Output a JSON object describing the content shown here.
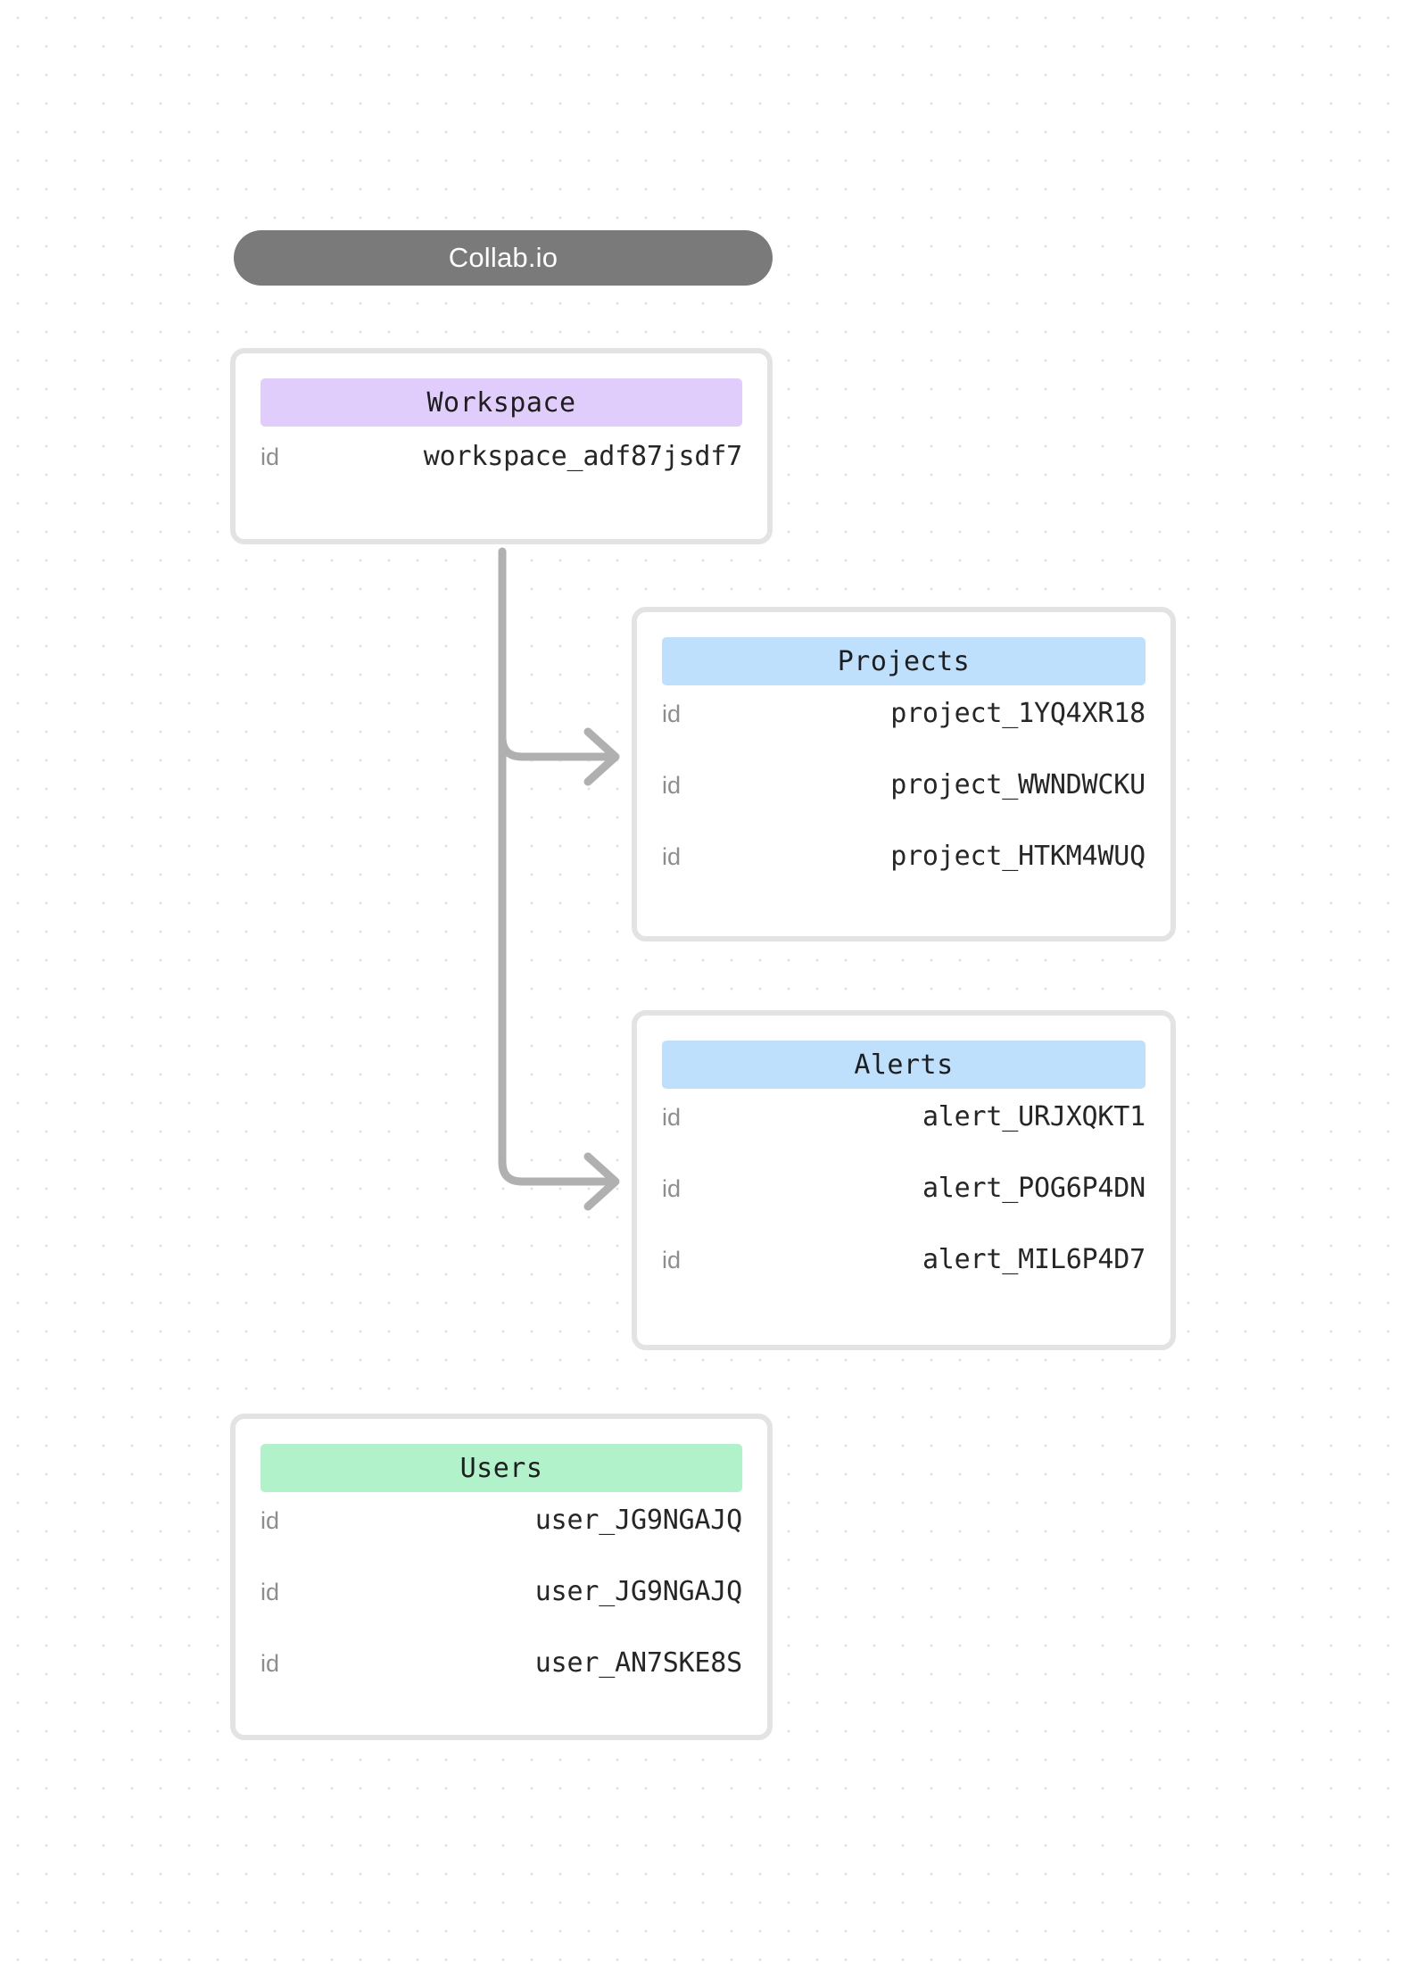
{
  "diagram": {
    "title_pill": {
      "label": "Collab.io"
    },
    "entities": [
      {
        "name": "workspace",
        "header": "Workspace",
        "header_color": "#e0cdfb",
        "rows": [
          {
            "key": "id",
            "value": "workspace_adf87jsdf7"
          }
        ]
      },
      {
        "name": "projects",
        "header": "Projects",
        "header_color": "#bfe0fd",
        "rows": [
          {
            "key": "id",
            "value": "project_1YQ4XR18"
          },
          {
            "key": "id",
            "value": "project_WWNDWCKU"
          },
          {
            "key": "id",
            "value": "project_HTKM4WUQ"
          }
        ]
      },
      {
        "name": "alerts",
        "header": "Alerts",
        "header_color": "#bfe0fd",
        "rows": [
          {
            "key": "id",
            "value": "alert_URJXQKT1"
          },
          {
            "key": "id",
            "value": "alert_POG6P4DN"
          },
          {
            "key": "id",
            "value": "alert_MIL6P4D7"
          }
        ]
      },
      {
        "name": "users",
        "header": "Users",
        "header_color": "#b2f2cb",
        "rows": [
          {
            "key": "id",
            "value": "user_JG9NGAJQ"
          },
          {
            "key": "id",
            "value": "user_JG9NGAJQ"
          },
          {
            "key": "id",
            "value": "user_AN7SKE8S"
          }
        ]
      }
    ],
    "connectors": [
      {
        "from": "workspace",
        "to": "projects"
      },
      {
        "from": "workspace",
        "to": "alerts"
      }
    ],
    "colors": {
      "pill_background": "#7a7a7a",
      "pill_text": "#ffffff",
      "card_border": "#e3e3e3",
      "card_background": "#ffffff",
      "connector": "#b0b0b0",
      "row_key_text": "#8d8d8d",
      "row_value_text": "#262626",
      "canvas_background": "#ffffff",
      "grid_dot": "#e4e4e4"
    }
  }
}
